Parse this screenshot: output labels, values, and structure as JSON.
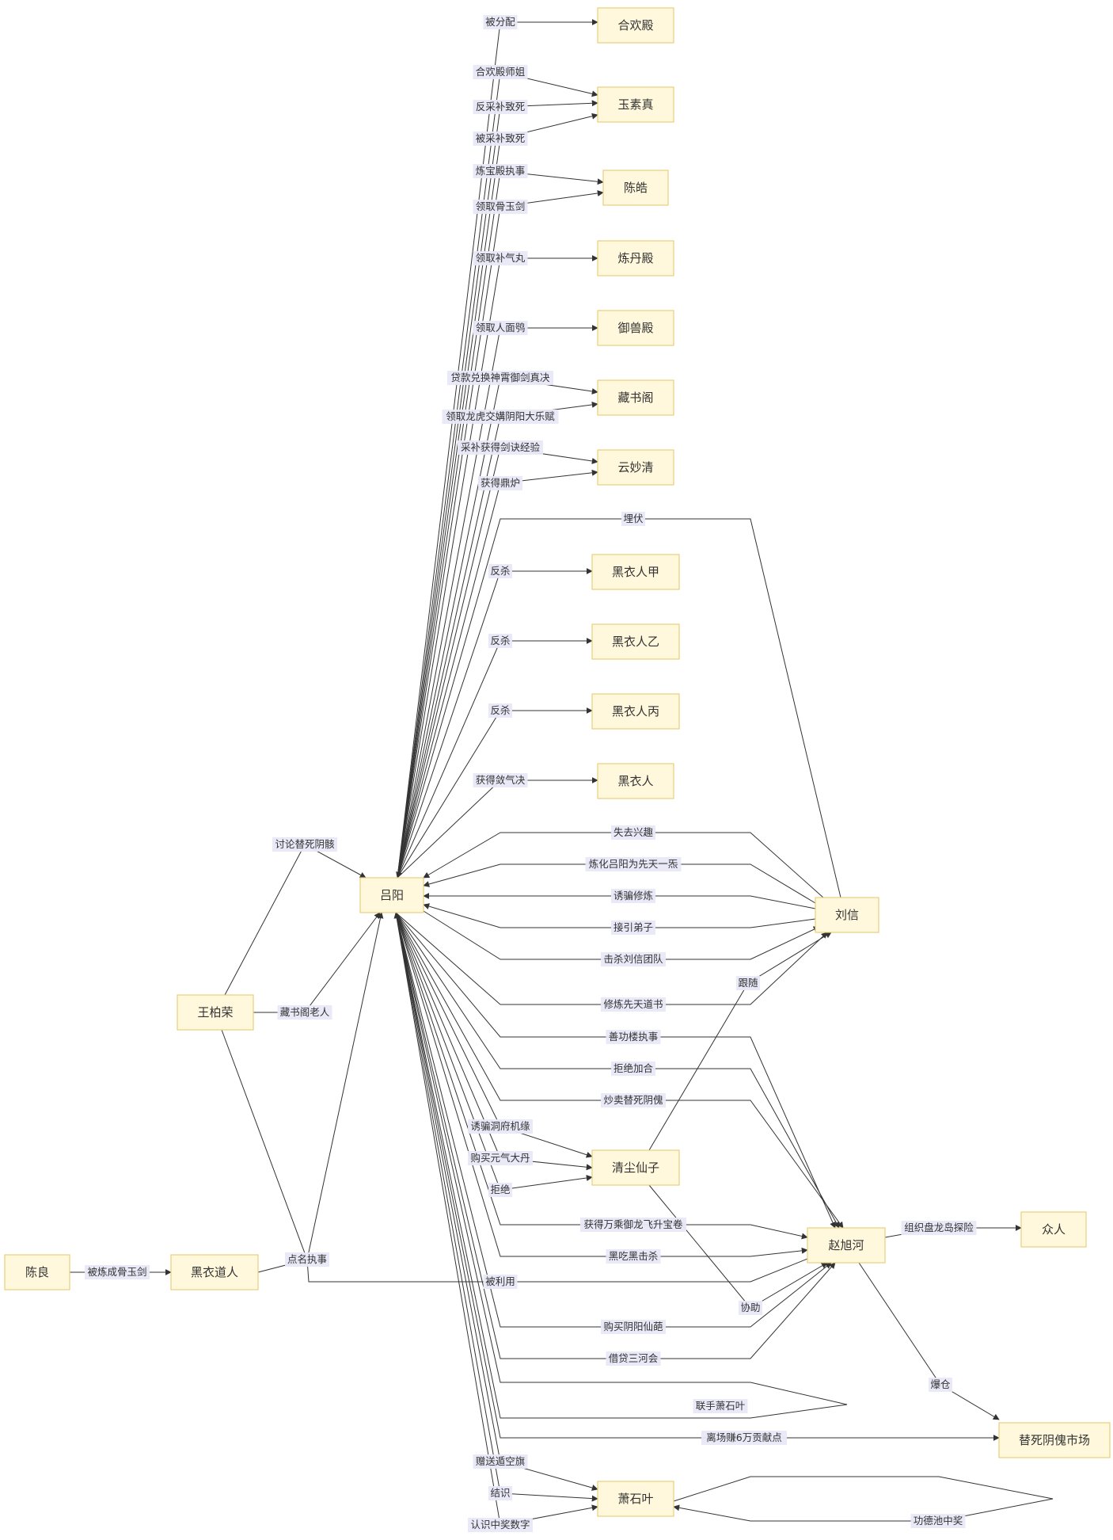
{
  "diagram": {
    "nodes": [
      {
        "id": "hehuan",
        "label": "合欢殿"
      },
      {
        "id": "yusuzhen",
        "label": "玉素真"
      },
      {
        "id": "chenhao",
        "label": "陈皓"
      },
      {
        "id": "liandan",
        "label": "炼丹殿"
      },
      {
        "id": "yushou",
        "label": "御兽殿"
      },
      {
        "id": "cangshu",
        "label": "藏书阁"
      },
      {
        "id": "yunmiao",
        "label": "云妙清"
      },
      {
        "id": "heijia",
        "label": "黑衣人甲"
      },
      {
        "id": "heiyi",
        "label": "黑衣人乙"
      },
      {
        "id": "heibing",
        "label": "黑衣人丙"
      },
      {
        "id": "heiyiren",
        "label": "黑衣人"
      },
      {
        "id": "lvyang",
        "label": "吕阳"
      },
      {
        "id": "liuxin",
        "label": "刘信"
      },
      {
        "id": "wangbai",
        "label": "王柏荣"
      },
      {
        "id": "qingchen",
        "label": "清尘仙子"
      },
      {
        "id": "chenliang",
        "label": "陈良"
      },
      {
        "id": "heidao",
        "label": "黑衣道人"
      },
      {
        "id": "zhaoxu",
        "label": "赵旭河"
      },
      {
        "id": "zhongren",
        "label": "众人"
      },
      {
        "id": "tisi",
        "label": "替死阴傀市场"
      },
      {
        "id": "xiaoshi",
        "label": "萧石叶"
      }
    ],
    "edges": [
      {
        "from": "lvyang",
        "to": "hehuan",
        "label": "被分配"
      },
      {
        "from": "lvyang",
        "to": "yusuzhen",
        "label": "合欢殿师姐"
      },
      {
        "from": "lvyang",
        "to": "yusuzhen",
        "label": "反采补致死"
      },
      {
        "from": "lvyang",
        "to": "yusuzhen",
        "label": "被采补致死"
      },
      {
        "from": "lvyang",
        "to": "chenhao",
        "label": "炼宝殿执事"
      },
      {
        "from": "lvyang",
        "to": "chenhao",
        "label": "领取骨玉剑"
      },
      {
        "from": "lvyang",
        "to": "liandan",
        "label": "领取补气丸"
      },
      {
        "from": "lvyang",
        "to": "yushou",
        "label": "领取人面鸮"
      },
      {
        "from": "lvyang",
        "to": "cangshu",
        "label": "贷款兑换神霄御剑真决"
      },
      {
        "from": "lvyang",
        "to": "cangshu",
        "label": "领取龙虎交媾阴阳大乐赋"
      },
      {
        "from": "lvyang",
        "to": "yunmiao",
        "label": "采补获得剑诀经验"
      },
      {
        "from": "lvyang",
        "to": "yunmiao",
        "label": "获得鼎炉"
      },
      {
        "from": "liuxin",
        "to": "lvyang",
        "label": "埋伏"
      },
      {
        "from": "lvyang",
        "to": "heijia",
        "label": "反杀"
      },
      {
        "from": "lvyang",
        "to": "heiyi",
        "label": "反杀"
      },
      {
        "from": "lvyang",
        "to": "heibing",
        "label": "反杀"
      },
      {
        "from": "lvyang",
        "to": "heiyiren",
        "label": "获得敛气决"
      },
      {
        "from": "wangbai",
        "to": "lvyang",
        "label": "讨论替死阴骸"
      },
      {
        "from": "liuxin",
        "to": "lvyang",
        "label": "失去兴趣"
      },
      {
        "from": "liuxin",
        "to": "lvyang",
        "label": "炼化吕阳为先天一炁"
      },
      {
        "from": "liuxin",
        "to": "lvyang",
        "label": "诱骗修炼"
      },
      {
        "from": "liuxin",
        "to": "lvyang",
        "label": "接引弟子"
      },
      {
        "from": "lvyang",
        "to": "liuxin",
        "label": "击杀刘信团队"
      },
      {
        "from": "qingchen",
        "to": "liuxin",
        "label": "跟随"
      },
      {
        "from": "wangbai",
        "to": "lvyang",
        "label": "藏书阁老人"
      },
      {
        "from": "lvyang",
        "to": "liuxin",
        "label": "修炼先天道书"
      },
      {
        "from": "lvyang",
        "to": "zhaoxu",
        "label": "善功楼执事"
      },
      {
        "from": "lvyang",
        "to": "zhaoxu",
        "label": "拒绝加合"
      },
      {
        "from": "lvyang",
        "to": "zhaoxu",
        "label": "炒卖替死阴傀"
      },
      {
        "from": "lvyang",
        "to": "qingchen",
        "label": "诱骗洞府机缘"
      },
      {
        "from": "lvyang",
        "to": "qingchen",
        "label": "购买元气大丹"
      },
      {
        "from": "lvyang",
        "to": "qingchen",
        "label": "拒绝"
      },
      {
        "from": "lvyang",
        "to": "zhaoxu",
        "label": "获得万乘御龙飞升宝卷"
      },
      {
        "from": "lvyang",
        "to": "zhaoxu",
        "label": "黑吃黑击杀"
      },
      {
        "from": "zhaoxu",
        "to": "zhongren",
        "label": "组织盘龙岛探险"
      },
      {
        "from": "chenliang",
        "to": "heidao",
        "label": "被炼成骨玉剑"
      },
      {
        "from": "heidao",
        "to": "lvyang",
        "label": "点名执事"
      },
      {
        "from": "wangbai",
        "to": "zhaoxu",
        "label": "被利用"
      },
      {
        "from": "qingchen",
        "to": "zhaoxu",
        "label": "协助"
      },
      {
        "from": "lvyang",
        "to": "zhaoxu",
        "label": "购买阴阳仙葩"
      },
      {
        "from": "lvyang",
        "to": "zhaoxu",
        "label": "借贷三河会"
      },
      {
        "from": "lvyang",
        "to": "lvyang",
        "label": "联手萧石叶"
      },
      {
        "from": "zhaoxu",
        "to": "tisi",
        "label": "爆仓"
      },
      {
        "from": "lvyang",
        "to": "tisi",
        "label": "离场赚6万贡献点"
      },
      {
        "from": "lvyang",
        "to": "xiaoshi",
        "label": "赠送遁空旗"
      },
      {
        "from": "lvyang",
        "to": "xiaoshi",
        "label": "结识"
      },
      {
        "from": "lvyang",
        "to": "xiaoshi",
        "label": "认识中奖数字"
      },
      {
        "from": "xiaoshi",
        "to": "xiaoshi",
        "label": "功德池中奖"
      }
    ]
  }
}
